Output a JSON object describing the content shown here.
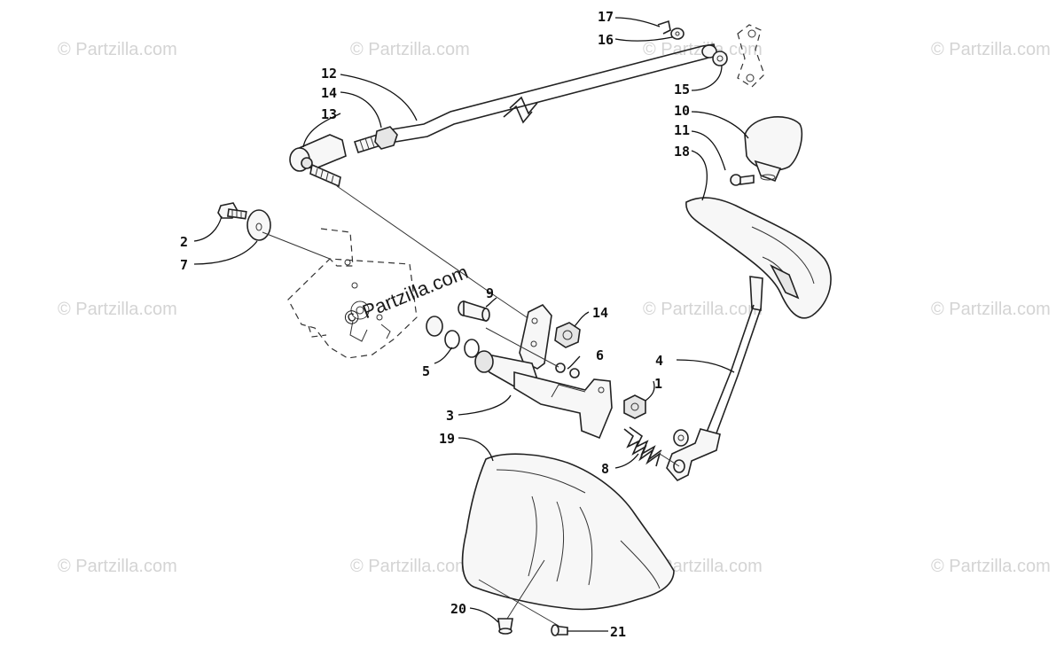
{
  "watermark": {
    "tile_text": "© Partzilla.com",
    "center_text": "© Partzilla.com"
  },
  "callouts": {
    "p1": "1",
    "p2": "2",
    "p3": "3",
    "p4": "4",
    "p5": "5",
    "p6": "6",
    "p7": "7",
    "p8": "8",
    "p9": "9",
    "p10": "10",
    "p11": "11",
    "p12": "12",
    "p13": "13",
    "p14a": "14",
    "p14b": "14",
    "p15": "15",
    "p16": "16",
    "p17": "17",
    "p18": "18",
    "p19": "19",
    "p20": "20",
    "p21": "21"
  }
}
